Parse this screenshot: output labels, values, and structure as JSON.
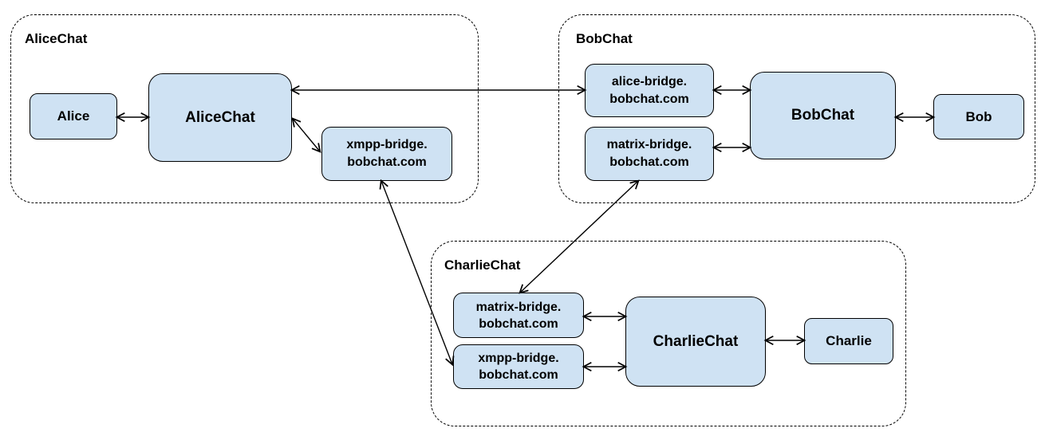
{
  "colors": {
    "node_fill": "#cfe2f3",
    "stroke": "#000000",
    "background": "#ffffff"
  },
  "clusters": [
    {
      "label": "AliceChat",
      "nodes": [
        {
          "name": "alice",
          "label": "Alice"
        },
        {
          "name": "alicechat-server",
          "label": "AliceChat"
        },
        {
          "name": "xmpp-bridge",
          "line1": "xmpp-bridge.",
          "line2": "bobchat.com"
        }
      ]
    },
    {
      "label": "BobChat",
      "nodes": [
        {
          "name": "alice-bridge",
          "line1": "alice-bridge.",
          "line2": "bobchat.com"
        },
        {
          "name": "matrix-bridge",
          "line1": "matrix-bridge.",
          "line2": "bobchat.com"
        },
        {
          "name": "bobchat-server",
          "label": "BobChat"
        },
        {
          "name": "bob",
          "label": "Bob"
        }
      ]
    },
    {
      "label": "CharlieChat",
      "nodes": [
        {
          "name": "matrix-bridge",
          "line1": "matrix-bridge.",
          "line2": "bobchat.com"
        },
        {
          "name": "xmpp-bridge",
          "line1": "xmpp-bridge.",
          "line2": "bobchat.com"
        },
        {
          "name": "charliechat-server",
          "label": "CharlieChat"
        },
        {
          "name": "charlie",
          "label": "Charlie"
        }
      ]
    }
  ]
}
